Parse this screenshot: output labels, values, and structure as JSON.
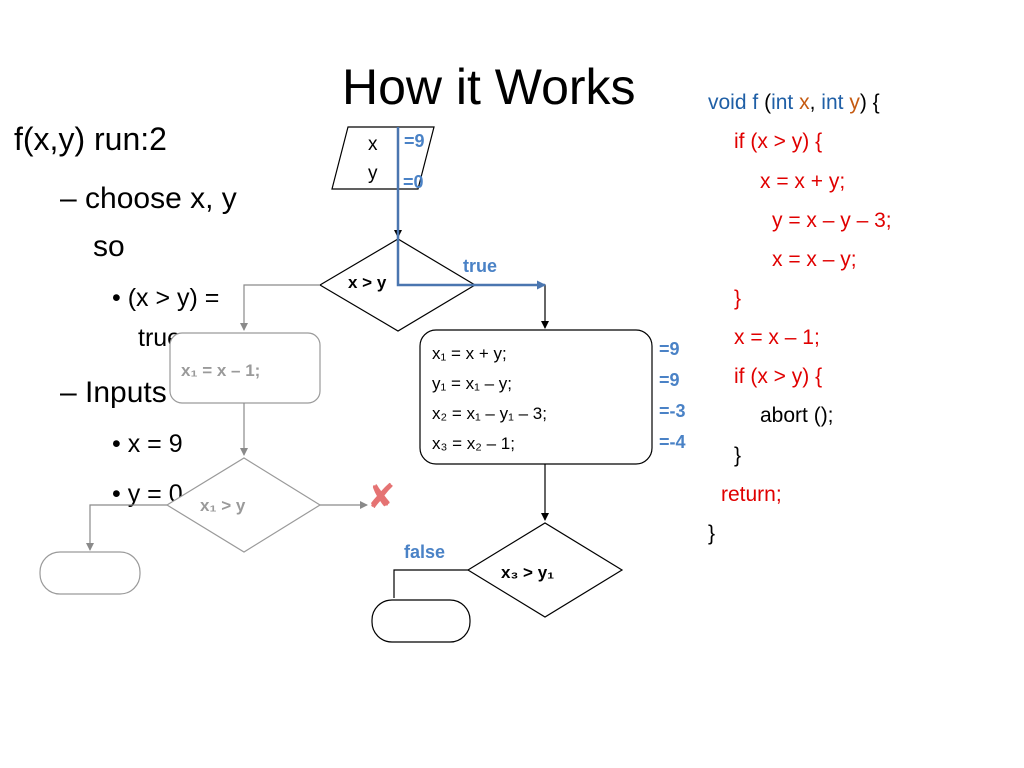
{
  "title": "How it Works",
  "bullets": {
    "b1": "f(x,y) run:2",
    "b2a": "– choose x, y",
    "b2b": "so",
    "b3a": "• (x > y) =",
    "b3b": "true",
    "b4": "– Inputs",
    "b5": "• x = 9",
    "b6": "• y = 0"
  },
  "flow": {
    "input_x": "x",
    "input_y": "y",
    "val_x": "=9",
    "val_y": "=0",
    "cond1": "x > y",
    "true_label": "true",
    "false_label": "false",
    "grey_box": "x₁ = x – 1;",
    "grey_cond": "x₁ > y",
    "main_line1": "x₁ = x + y;",
    "main_line2": "y₁ = x₁ – y;",
    "main_line3": "x₂ = x₁ – y₁ – 3;",
    "main_line4": "x₃ = x₂ – 1;",
    "main_vals": [
      "=9",
      "=9",
      "=-3",
      "=-4"
    ],
    "cond2": "x₃ > y₁",
    "fail_mark": "✘"
  },
  "code": {
    "l1_kw1": "void",
    "l1_fn": "f",
    "l1_open": "(",
    "l1_kw2": "int",
    "l1_x": "x",
    "l1_comma": ",",
    "l1_kw3": "int",
    "l1_y": "y",
    "l1_close": ") {",
    "l2": "if (x > y) {",
    "l3": "x = x + y;",
    "l4": "y = x – y – 3;",
    "l5": "x = x – y;",
    "l6": "}",
    "l7": "x = x – 1;",
    "l8": "if (x > y) {",
    "l9": "abort ();",
    "l10": "}",
    "l11": "return;",
    "l12": "}"
  },
  "colors": {
    "accent": "#4a82c6",
    "code_red": "#e00000",
    "code_blue": "#1f5fa6"
  }
}
